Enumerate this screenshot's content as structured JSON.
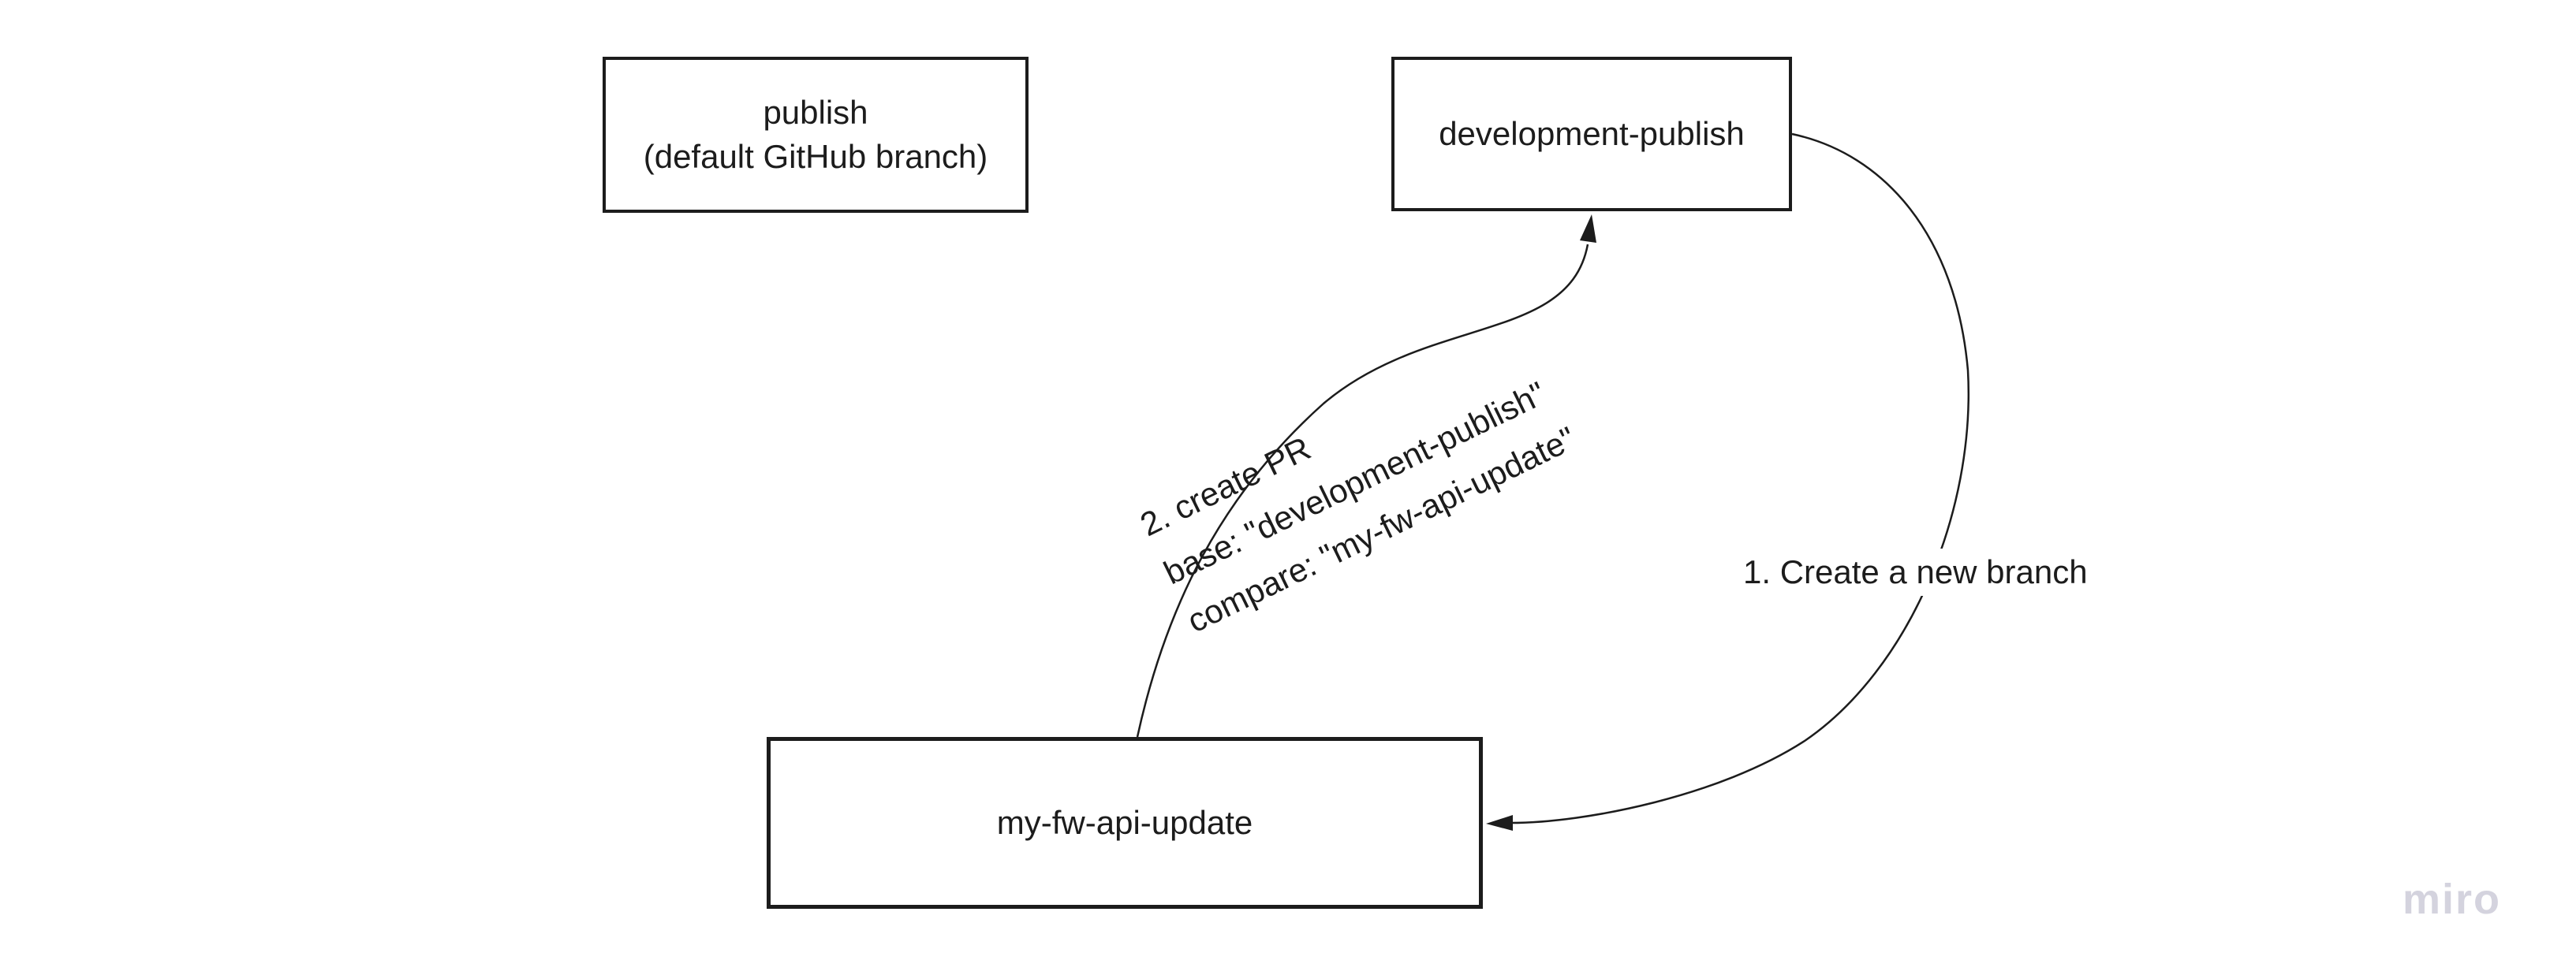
{
  "app": {
    "watermark": "miro"
  },
  "theme": {
    "ink": "#1c1c1c",
    "bg": "#ffffff",
    "watermark": "#d4d3de"
  },
  "nodes": {
    "publish": {
      "line1": "publish",
      "line2": "(default GitHub branch)"
    },
    "development_publish": {
      "label": "development-publish"
    },
    "my_fw_api_update": {
      "label": "my-fw-api-update"
    }
  },
  "edges": {
    "create_branch": {
      "label": "1. Create a new branch",
      "from": "development-publish",
      "to": "my-fw-api-update"
    },
    "create_pr": {
      "line1": "2. create PR",
      "line2": "base: \"development-publish\"",
      "line3": "compare: \"my-fw-api-update\"",
      "from": "my-fw-api-update",
      "to": "development-publish"
    }
  }
}
